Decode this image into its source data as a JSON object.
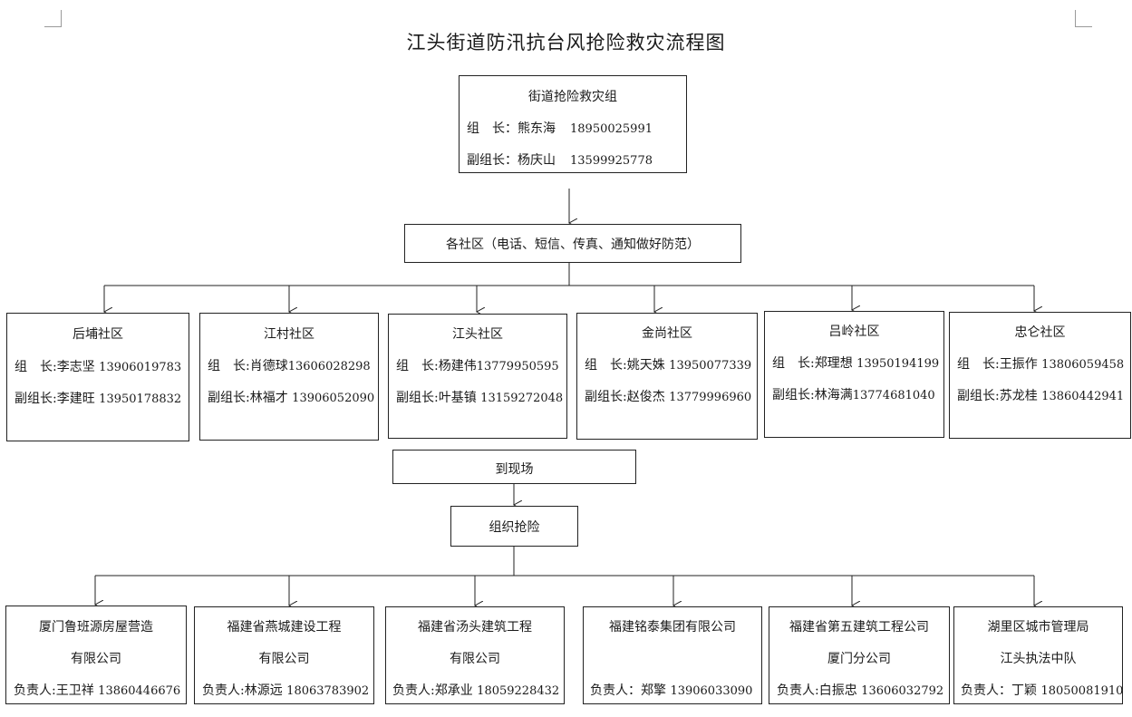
{
  "title": "江头街道防汛抗台风抢险救灾流程图",
  "top": {
    "name": "街道抢险救灾组",
    "leader_label": "组　长：",
    "leader_name": "熊东海",
    "leader_phone": "18950025991",
    "deputy_label": "副组长：",
    "deputy_name": "杨庆山",
    "deputy_phone": "13599925778"
  },
  "notify": "各社区（电话、短信、传真、通知做好防范）",
  "communities": [
    {
      "name": "后埔社区",
      "leader": "组　长:李志坚",
      "leader_phone": "13906019783",
      "deputy": "副组长:李建旺",
      "deputy_phone": "13950178832"
    },
    {
      "name": "江村社区",
      "leader": "组　长:肖德球",
      "leader_phone": "13606028298",
      "deputy": "副组长:林福才",
      "deputy_phone": "13906052090"
    },
    {
      "name": "江头社区",
      "leader": "组　长:杨建伟",
      "leader_phone": "13779950595",
      "deputy": "副组长:叶基镇",
      "deputy_phone": "13159272048"
    },
    {
      "name": "金尚社区",
      "leader": "组　长:姚天姝",
      "leader_phone": "13950077339",
      "deputy": "副组长:赵俊杰",
      "deputy_phone": "13779996960"
    },
    {
      "name": "吕岭社区",
      "leader": "组　长:郑理想",
      "leader_phone": "13950194199",
      "deputy": "副组长:林海满",
      "deputy_phone": "13774681040"
    },
    {
      "name": "忠仑社区",
      "leader": "组　长:王振作",
      "leader_phone": "13806059458",
      "deputy": "副组长:苏龙桂",
      "deputy_phone": "13860442941"
    }
  ],
  "to_site": "到现场",
  "organize": "组织抢险",
  "companies": [
    {
      "line1": "厦门鲁班源房屋营造",
      "line2": "有限公司",
      "contact": "负责人:王卫祥",
      "phone": "13860446676"
    },
    {
      "line1": "福建省燕城建设工程",
      "line2": "有限公司",
      "contact": "负责人:林源远",
      "phone": "18063783902"
    },
    {
      "line1": "福建省汤头建筑工程",
      "line2": "有限公司",
      "contact": "负责人:郑承业",
      "phone": "18059228432"
    },
    {
      "line1": "福建铭泰集团有限公司",
      "line2": "",
      "contact": "负责人：郑擎",
      "phone": "13906033090"
    },
    {
      "line1": "福建省第五建筑工程公司",
      "line2": "厦门分公司",
      "contact": "负责人:白振忠",
      "phone": "13606032792"
    },
    {
      "line1": "湖里区城市管理局",
      "line2": "江头执法中队",
      "contact": "负责人：丁颖",
      "phone": "18050081910"
    }
  ]
}
